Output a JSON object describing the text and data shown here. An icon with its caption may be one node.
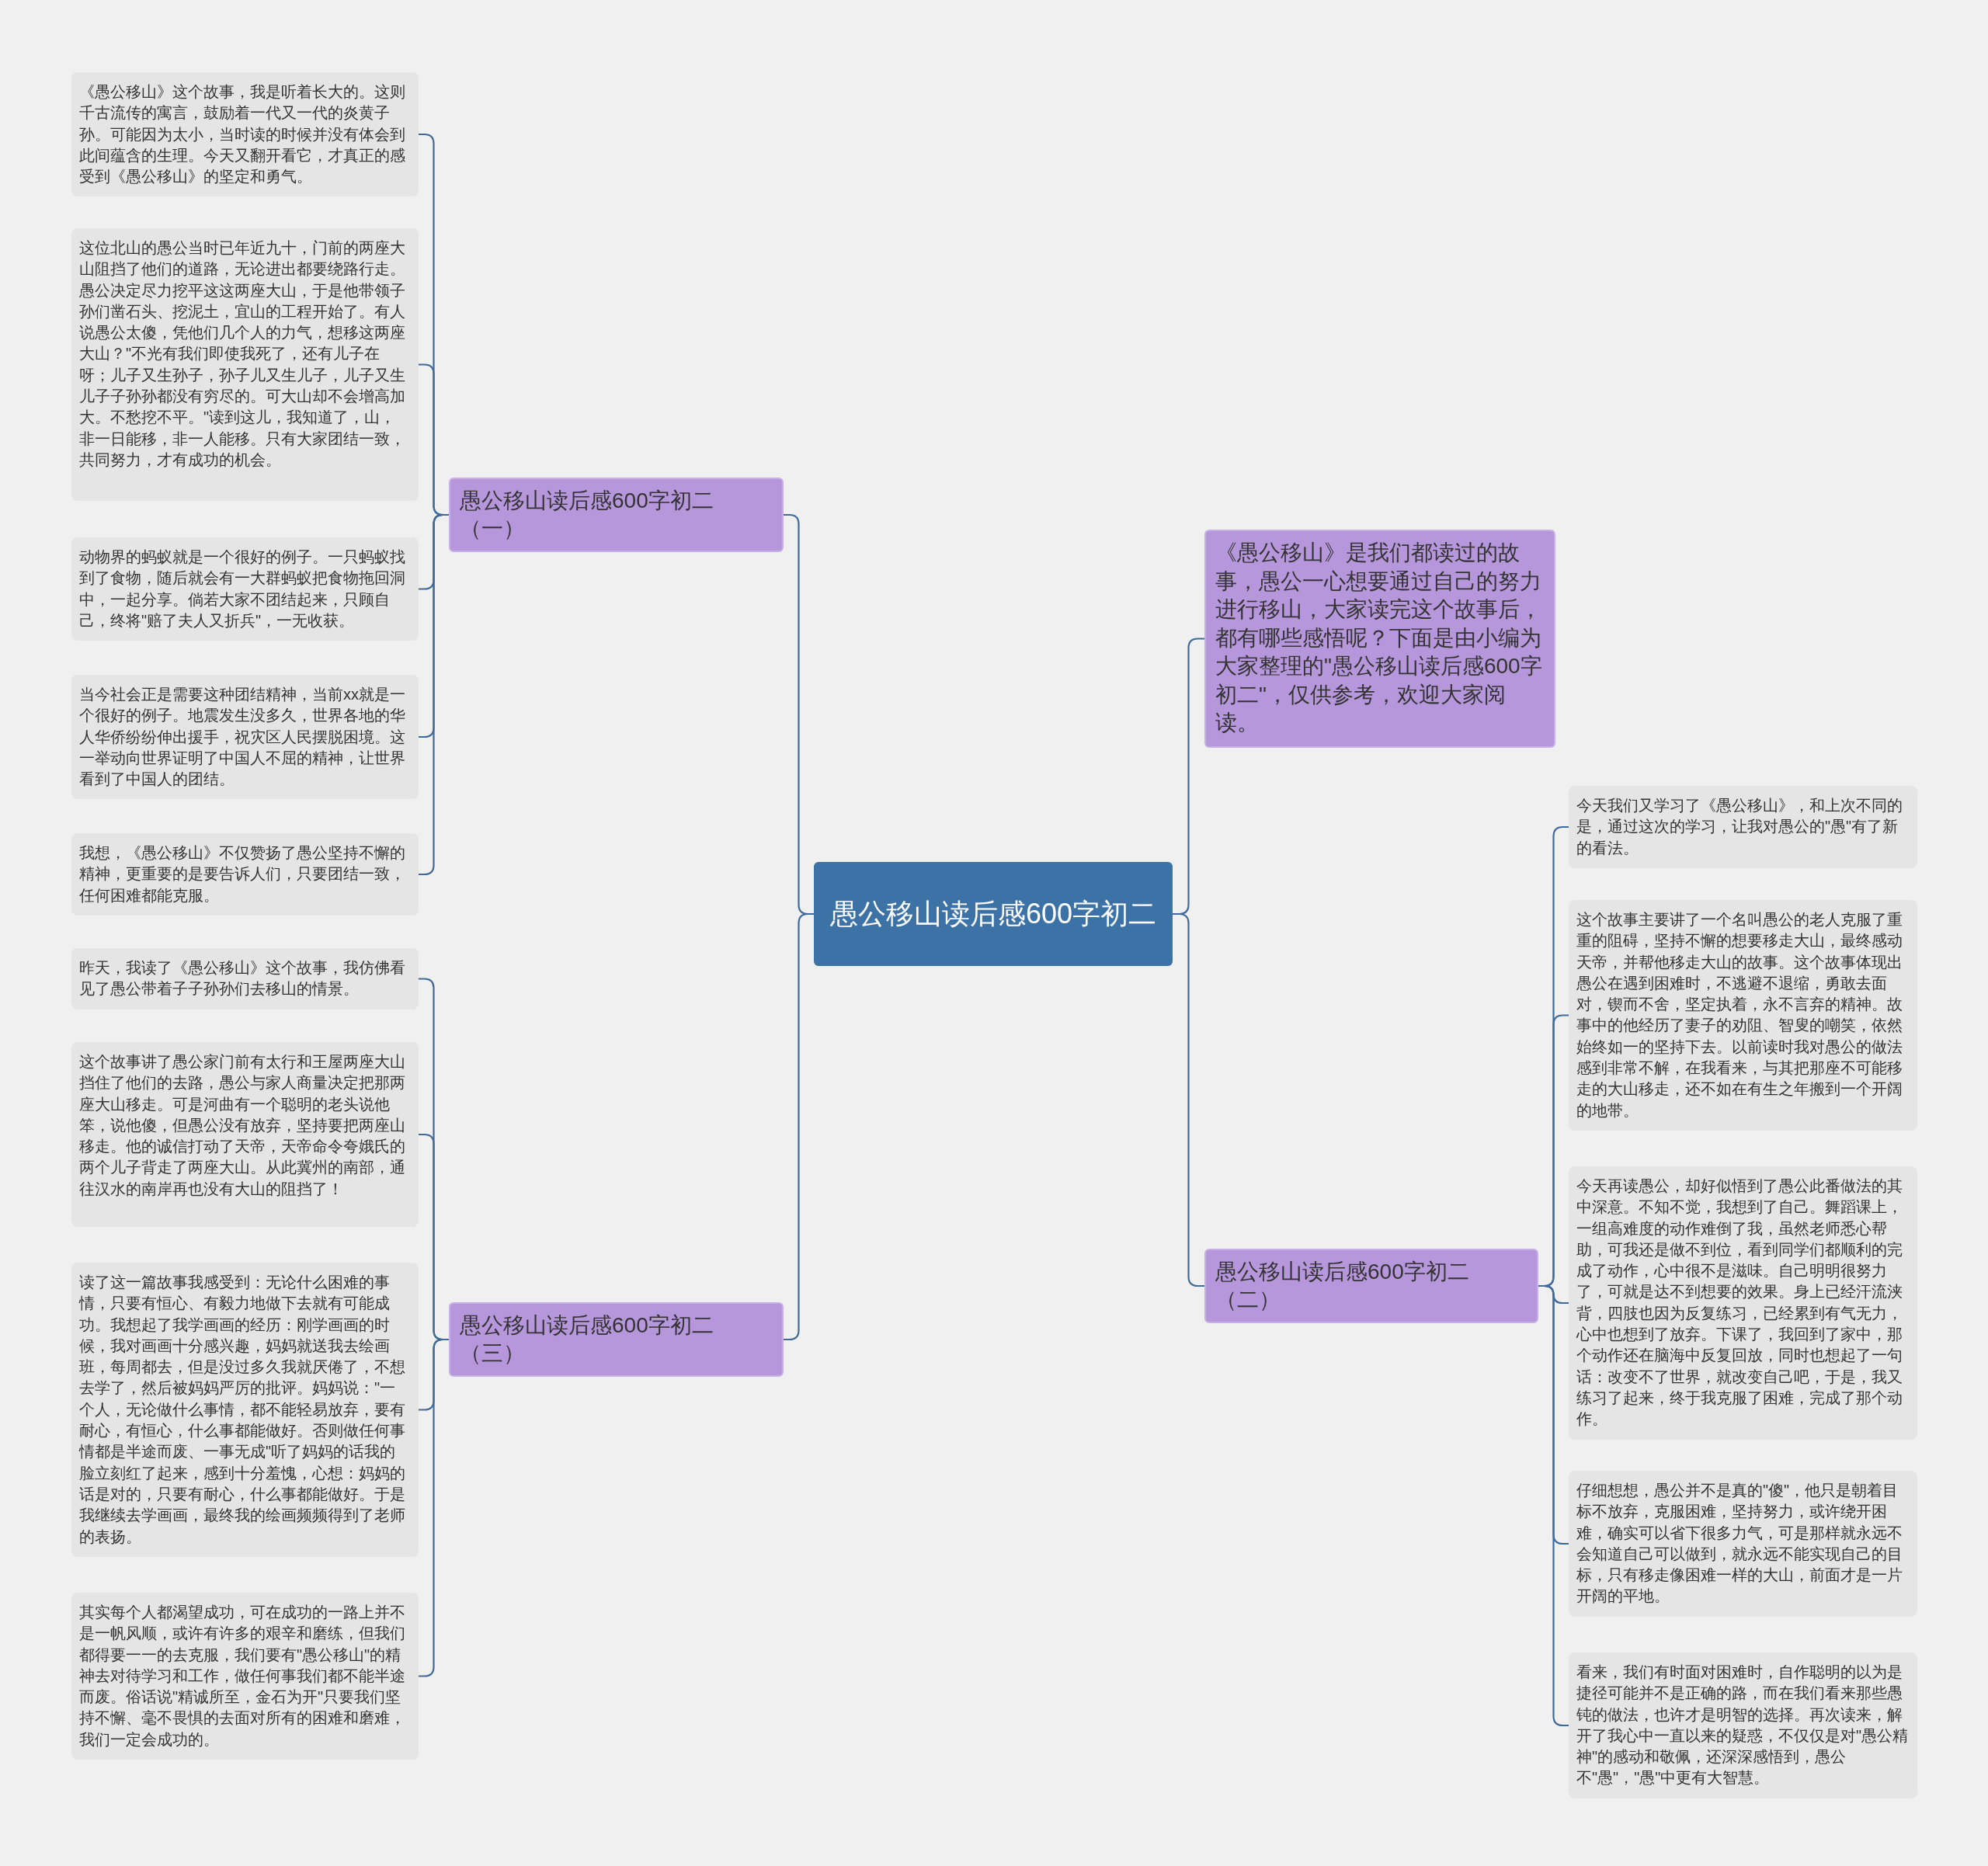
{
  "diagram": {
    "nodes": [
      {
        "text": [
          "愚公移山读后感600字初二"
        ]
      },
      {
        "text": [
          "愚公移山读后感600字初二（一）"
        ]
      },
      {
        "text": [
          "《愚公移山》这个故事，我是听着长大的。这则千古流传的寓言，鼓励着一代又一代的炎黄子孙。可能因为太小，当时读的时候并没有体会到此间蕴含的生理。今天又翻开看它，才真正的感受到《愚公移山》的坚定和勇气。"
        ]
      },
      {
        "text": [
          "这位北山的愚公当时已年近九十，门前的两座大山阻挡了他们的道路，无论进出都要绕路行走。愚公决定尽力挖平这这两座大山，于是他带领子孙们凿石头、挖泥土，宜山的工程开始了。有人说愚公太傻，凭他们几个人的力气，想移这两座大山？\"不光有我们即使我死了，还有儿子在呀；儿子又生孙子，孙子儿又生儿子，儿子又生儿子子孙孙都没有穷尽的。可大山却不会增高加大。不愁挖不平。\"读到这儿，我知道了，山，非一日能移，非一人能移。只有大家团结一致，共同努力，才有成功的机会。"
        ]
      },
      {
        "text": [
          "动物界的蚂蚁就是一个很好的例子。一只蚂蚁找到了食物，随后就会有一大群蚂蚁把食物拖回洞中，一起分享。倘若大家不团结起来，只顾自己，终将\"赔了夫人又折兵\"，一无收获。"
        ]
      },
      {
        "text": [
          "当今社会正是需要这种团结精神，当前xx就是一个很好的例子。地震发生没多久，世界各地的华人华侨纷纷伸出援手，祝灾区人民摆脱困境。这一举动向世界证明了中国人不屈的精神，让世界看到了中国人的团结。"
        ]
      },
      {
        "text": [
          "我想，《愚公移山》不仅赞扬了愚公坚持不懈的精神，更重要的是要告诉人们，只要团结一致，任何困难都能克服。"
        ]
      },
      {
        "text": [
          "愚公移山读后感600字初二（三）"
        ]
      },
      {
        "text": [
          "昨天，我读了《愚公移山》这个故事，我仿佛看见了愚公带着子子孙孙们去移山的情景。"
        ]
      },
      {
        "text": [
          "这个故事讲了愚公家门前有太行和王屋两座大山挡住了他们的去路，愚公与家人商量决定把那两座大山移走。可是河曲有一个聪明的老头说他笨，说他傻，但愚公没有放弃，坚持要把两座山移走。他的诚信打动了天帝，天帝命令夸娥氏的两个儿子背走了两座大山。从此冀州的南部，通往汉水的南岸再也没有大山的阻挡了！"
        ]
      },
      {
        "text": [
          "读了这一篇故事我感受到：无论什么困难的事情，只要有恒心、有毅力地做下去就有可能成功。我想起了我学画画的经历：刚学画画的时候，我对画画十分感兴趣，妈妈就送我去绘画班，每周都去，但是没过多久我就厌倦了，不想去学了，然后被妈妈严厉的批评。妈妈说：\"一个人，无论做什么事情，都不能轻易放弃，要有耐心，有恒心，什么事都能做好。否则做任何事情都是半途而废、一事无成\"听了妈妈的话我的脸立刻红了起来，感到十分羞愧，心想：妈妈的话是对的，只要有耐心，什么事都能做好。于是我继续去学画画，最终我的绘画频频得到了老师的表扬。"
        ]
      },
      {
        "text": [
          "其实每个人都渴望成功，可在成功的一路上并不是一帆风顺，或许有许多的艰辛和磨练，但我们都得要一一的去克服，我们要有\"愚公移山\"的精神去对待学习和工作，做任何事我们都不能半途而废。俗话说\"精诚所至，金石为开\"只要我们坚持不懈、毫不畏惧的去面对所有的困难和磨难，我们一定会成功的。"
        ]
      },
      {
        "text": [
          "《愚公移山》是我们都读过的故事，愚公一心想要通过自己的努力进行移山，大家读完这个故事后，都有哪些感悟呢？下面是由小编为大家整理的\"愚公移山读后感600字初二\"，仅供参考，欢迎大家阅读。"
        ]
      },
      {
        "text": [
          "愚公移山读后感600字初二（二）"
        ]
      },
      {
        "text": [
          "今天我们又学习了《愚公移山》，和上次不同的是，通过这次的学习，让我对愚公的\"愚\"有了新的看法。"
        ]
      },
      {
        "text": [
          "这个故事主要讲了一个名叫愚公的老人克服了重重的阻碍，坚持不懈的想要移走大山，最终感动天帝，并帮他移走大山的故事。这个故事体现出愚公在遇到困难时，不逃避不退缩，勇敢去面对，锲而不舍，坚定执着，永不言弃的精神。故事中的他经历了妻子的劝阻、智叟的嘲笑，依然始终如一的坚持下去。以前读时我对愚公的做法感到非常不解，在我看来，与其把那座不可能移走的大山移走，还不如在有生之年搬到一个开阔的地带。"
        ]
      },
      {
        "text": [
          "今天再读愚公，却好似悟到了愚公此番做法的其中深意。不知不觉，我想到了自己。舞蹈课上，一组高难度的动作难倒了我，虽然老师悉心帮助，可我还是做不到位，看到同学们都顺利的完成了动作，心中很不是滋味。自己明明很努力了，可就是达不到想要的效果。身上已经汗流浃背，四肢也因为反复练习，已经累到有气无力，心中也想到了放弃。下课了，我回到了家中，那个动作还在脑海中反复回放，同时也想起了一句话：改变不了世界，就改变自己吧，于是，我又练习了起来，终于我克服了困难，完成了那个动作。"
        ]
      },
      {
        "text": [
          "仔细想想，愚公并不是真的\"傻\"，他只是朝着目标不放弃，克服困难，坚持努力，或许绕开困难，确实可以省下很多力气，可是那样就永远不会知道自己可以做到，就永远不能实现自己的目标，只有移走像困难一样的大山，前面才是一片开阔的平地。"
        ]
      },
      {
        "text": [
          "看来，我们有时面对困难时，自作聪明的以为是捷径可能并不是正确的路，而在我们看来那些愚钝的做法，也许才是明智的选择。再次读来，解开了我心中一直以来的疑惑，不仅仅是对\"愚公精神\"的感动和敬佩，还深深感悟到，愚公不\"愚\"，\"愚\"中更有大智慧。"
        ]
      }
    ],
    "edges": [
      {
        "from": 0,
        "to": 1,
        "arrow": "none"
      },
      {
        "from": 1,
        "to": 2,
        "arrow": "none"
      },
      {
        "from": 1,
        "to": 3,
        "arrow": "none"
      },
      {
        "from": 1,
        "to": 4,
        "arrow": "none"
      },
      {
        "from": 1,
        "to": 5,
        "arrow": "none"
      },
      {
        "from": 1,
        "to": 6,
        "arrow": "none"
      },
      {
        "from": 0,
        "to": 7,
        "arrow": "none"
      },
      {
        "from": 7,
        "to": 8,
        "arrow": "none"
      },
      {
        "from": 7,
        "to": 9,
        "arrow": "none"
      },
      {
        "from": 7,
        "to": 10,
        "arrow": "none"
      },
      {
        "from": 7,
        "to": 11,
        "arrow": "none"
      },
      {
        "from": 0,
        "to": 12,
        "arrow": "none"
      },
      {
        "from": 0,
        "to": 13,
        "arrow": "none"
      },
      {
        "from": 13,
        "to": 14,
        "arrow": "none"
      },
      {
        "from": 13,
        "to": 15,
        "arrow": "none"
      },
      {
        "from": 13,
        "to": 16,
        "arrow": "none"
      },
      {
        "from": 13,
        "to": 17,
        "arrow": "none"
      },
      {
        "from": 13,
        "to": 18,
        "arrow": "none"
      }
    ]
  }
}
